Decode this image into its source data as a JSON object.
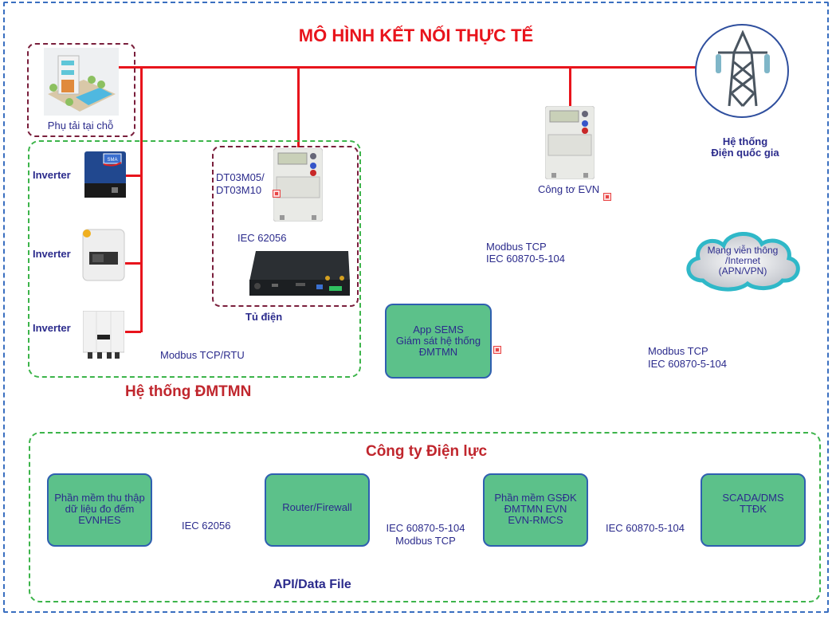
{
  "title": "MÔ HÌNH KẾT NỐI THỰC TẾ",
  "load": {
    "label": "Phụ tải tại chỗ"
  },
  "grid": {
    "line1": "Hệ thống",
    "line2": "Điện quốc gia"
  },
  "evn_meter": {
    "label": "Công tơ EVN"
  },
  "dmtmn_system": {
    "title": "Hệ thống ĐMTMN",
    "inverters": [
      {
        "label": "Inverter",
        "model_brand": "SMA"
      },
      {
        "label": "Inverter"
      },
      {
        "label": "Inverter"
      }
    ],
    "protocol_label": "Modbus TCP/RTU",
    "cabinet": {
      "meter_line1": "DT03M05/",
      "meter_line2": "DT03M10",
      "protocol": "IEC 62056",
      "label": "Tủ điện"
    }
  },
  "link_labels": {
    "upper_line1": "Modbus TCP",
    "upper_line2": "IEC 60870-5-104",
    "lower_line1": "Modbus TCP",
    "lower_line2": "IEC 60870-5-104"
  },
  "cloud": {
    "line1": "Mạng viễn thông",
    "line2": "/Internet",
    "line3": "(APN/VPN)"
  },
  "app_sems": {
    "line1": "App SEMS",
    "line2": "Giám sát hệ thống",
    "line3": "ĐMTMN"
  },
  "utility": {
    "title": "Công ty Điện lực",
    "boxes": [
      {
        "line1": "Phần mềm thu thập",
        "line2": "dữ liệu đo đếm",
        "line3": "EVNHES"
      },
      {
        "line1": "Router/Firewall"
      },
      {
        "line1": "Phần mềm GSĐK",
        "line2": "ĐMTMN EVN",
        "line3": "EVN-RMCS"
      },
      {
        "line1": "SCADA/DMS",
        "line2": "TTĐK"
      }
    ],
    "links": [
      {
        "line1": "IEC 62056"
      },
      {
        "line1": "IEC 60870-5-104",
        "line2": "Modbus TCP"
      },
      {
        "line1": "IEC 60870-5-104"
      }
    ],
    "api_label": "API/Data File"
  },
  "colors": {
    "title_red": "#e8141c",
    "section_red": "#c0262d",
    "text_blue": "#2b2b8c",
    "box_green": "#5cc18a",
    "box_border": "#2f5fb0",
    "frame_blue": "#3a6fc0",
    "group_green": "#3cb44a",
    "group_maroon": "#7a1f3c"
  }
}
